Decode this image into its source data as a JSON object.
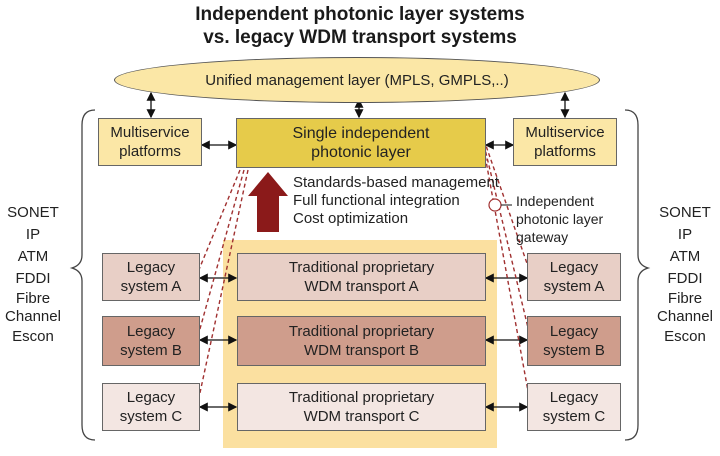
{
  "title_line1": "Independent photonic layer systems",
  "title_line2": "vs. legacy WDM transport systems",
  "management_layer": "Unified management layer (MPLS, GMPLS,..)",
  "multiservice_left": {
    "line1": "Multiservice",
    "line2": "platforms"
  },
  "multiservice_right": {
    "line1": "Multiservice",
    "line2": "platforms"
  },
  "photonic_layer": {
    "line1": "Single independent",
    "line2": "photonic layer"
  },
  "benefits": [
    "Standards-based management",
    "Full functional integration",
    "Cost optimization"
  ],
  "gateway": {
    "line1": "Independent",
    "line2": "photonic layer",
    "line3": "gateway"
  },
  "protocols_left": [
    "SONET",
    "IP",
    "ATM",
    "FDDI",
    "Fibre",
    "Channel",
    "Escon"
  ],
  "protocols_right": [
    "SONET",
    "IP",
    "ATM",
    "FDDI",
    "Fibre",
    "Channel",
    "Escon"
  ],
  "rows": [
    {
      "legacy_line1": "Legacy",
      "legacy_line2": "system A",
      "wdm_line1": "Traditional proprietary",
      "wdm_line2": "WDM transport A",
      "fill": "#e8cfc6"
    },
    {
      "legacy_line1": "Legacy",
      "legacy_line2": "system B",
      "wdm_line1": "Traditional proprietary",
      "wdm_line2": "WDM transport B",
      "fill": "#cf9d8c"
    },
    {
      "legacy_line1": "Legacy",
      "legacy_line2": "system C",
      "wdm_line1": "Traditional proprietary",
      "wdm_line2": "WDM transport C",
      "fill": "#f3e6e2"
    }
  ],
  "colors": {
    "ellipse_fill": "#fbe7a6",
    "photonic_fill": "#e6cb4a",
    "arrow_red": "#8b1a1a",
    "dashed": "#a03030"
  }
}
